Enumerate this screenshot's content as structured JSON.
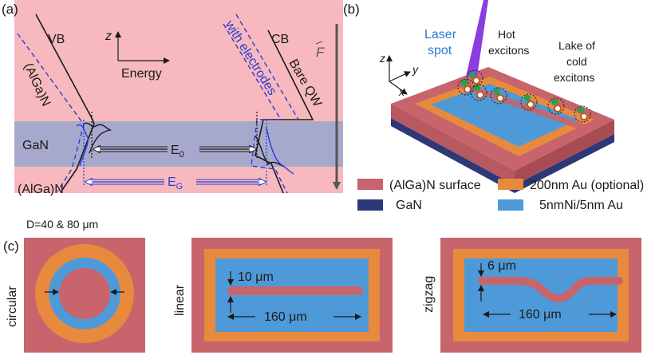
{
  "colors": {
    "algan": "#f7b9bd",
    "gan_band": "#a7a9cc",
    "surface_red": "#c8646b",
    "gan_navy": "#2d3876",
    "au_orange": "#e88a3e",
    "ni_au_blue": "#4e9ad8",
    "blue_line": "#2a3bd6",
    "laser": "#8a3ee0",
    "exciton_green": "#1fa64a",
    "hole_orange": "#c8551a"
  },
  "panel_a": {
    "label": "(a)",
    "vb": "VB",
    "cb": "CB",
    "axis_z": "z",
    "axis_energy": "Energy",
    "algan_top": "(AlGa)N",
    "gan": "GaN",
    "algan_bottom": "(AlGa)N",
    "with_electrodes": "with electrodes",
    "bare_qw": "Bare QW",
    "field": "F",
    "e0_main": "E",
    "e0_sub": "0",
    "eg_main": "E",
    "eg_sub": "G"
  },
  "panel_b": {
    "label": "(b)",
    "laser_line1": "Laser",
    "laser_line2": "spot",
    "hot_line1": "Hot",
    "hot_line2": "excitons",
    "lake_line1": "Lake of",
    "lake_line2": "cold",
    "lake_line3": "excitons",
    "axis_z": "z",
    "axis_y": "y",
    "axis_x": "x"
  },
  "legend": [
    {
      "label": "(AlGa)N surface",
      "color": "#c8646b"
    },
    {
      "label": "200nm Au (optional)",
      "color": "#e88a3e"
    },
    {
      "label": "GaN",
      "color": "#2d3876"
    },
    {
      "label": "5nmNi/5nm Au",
      "color": "#4e9ad8"
    }
  ],
  "panel_c": {
    "label": "(c)",
    "diameter": "D=40 & 80 μm",
    "circular": "circular",
    "linear": "linear",
    "zigzag": "zigzag",
    "linear_width": "10 μm",
    "linear_length": "160 μm",
    "zigzag_width": "6 μm",
    "zigzag_length": "160 μm"
  }
}
